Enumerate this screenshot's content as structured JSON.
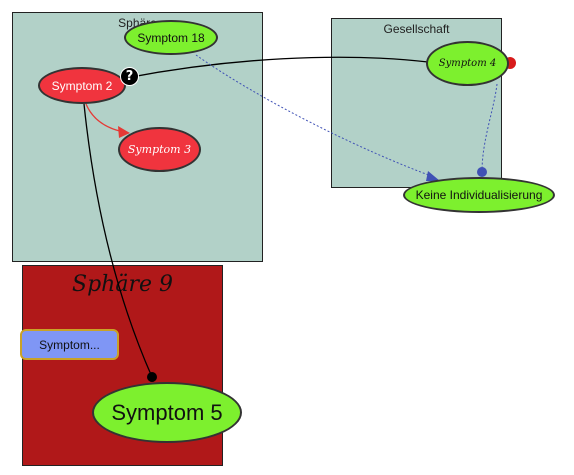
{
  "groups": {
    "sphaere_top": {
      "title": "Sphäre"
    },
    "gesellschaft": {
      "title": "Gesellschaft"
    },
    "sphaere_9": {
      "title": "Sphäre 9"
    }
  },
  "nodes": {
    "symptom_18": "Symptom 18",
    "symptom_2": "Symptom 2",
    "symptom_3": "Symptom 3",
    "symptom_4": "Symptom 4",
    "keine": "Keine Individualisierung",
    "symptom_5": "Symptom 5",
    "collapsed": "Symptom..."
  },
  "badges": {
    "help": "?"
  },
  "icons": {
    "help_badge": "question-mark-icon"
  },
  "colors": {
    "group_fill": "#b2d1c8",
    "sphaere_9_fill": "#b01819",
    "node_green": "#7df02e",
    "node_red": "#f0343e",
    "node_blue": "#7f96f5",
    "edge_black": "#000000",
    "edge_red": "#e53935",
    "edge_blue": "#3f51b5"
  }
}
